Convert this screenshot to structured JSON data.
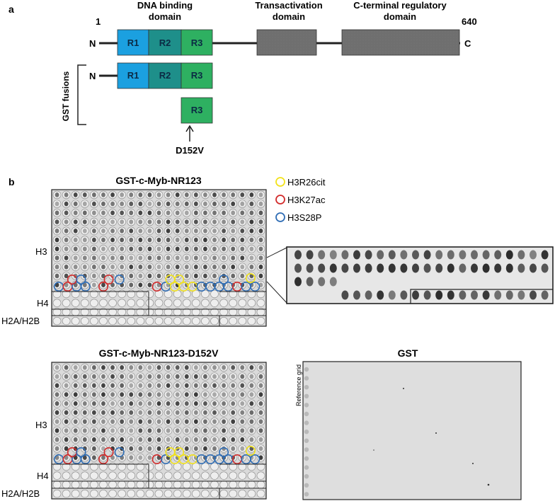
{
  "panel_a": {
    "label": "a",
    "pos_start": "1",
    "pos_end": "640",
    "n_term": "N",
    "c_term": "C",
    "dna_binding_line1": "DNA binding",
    "dna_binding_line2": "domain",
    "transactivation_line1": "Transactivation",
    "transactivation_line2": "domain",
    "cterm_line1": "C-terminal regulatory",
    "cterm_line2": "domain",
    "repeats": [
      "R1",
      "R2",
      "R3"
    ],
    "gst_fusions_label": "GST fusions",
    "fusion_n_term": "N",
    "fusion_r3": "R3",
    "mutation": "D152V",
    "colors": {
      "r1": "#1ba0e0",
      "r2": "#1e8f8a",
      "r3": "#2eb061",
      "domain_grey": "#6f6f6f"
    }
  },
  "panel_b": {
    "label": "b",
    "blot1_title": "GST-c-Myb-NR123",
    "blot2_title": "GST-c-Myb-NR123-D152V",
    "blot3_title": "GST",
    "reference_grid_label": "Reference grid",
    "row_labels": {
      "h3": "H3",
      "h4": "H4",
      "h2a_h2b": "H2A/H2B"
    },
    "legend": [
      {
        "label": "H3R26cit",
        "color": "#f2e21a"
      },
      {
        "label": "H3K27ac",
        "color": "#d22b2b"
      },
      {
        "label": "H3S28P",
        "color": "#2f6db5"
      }
    ]
  }
}
